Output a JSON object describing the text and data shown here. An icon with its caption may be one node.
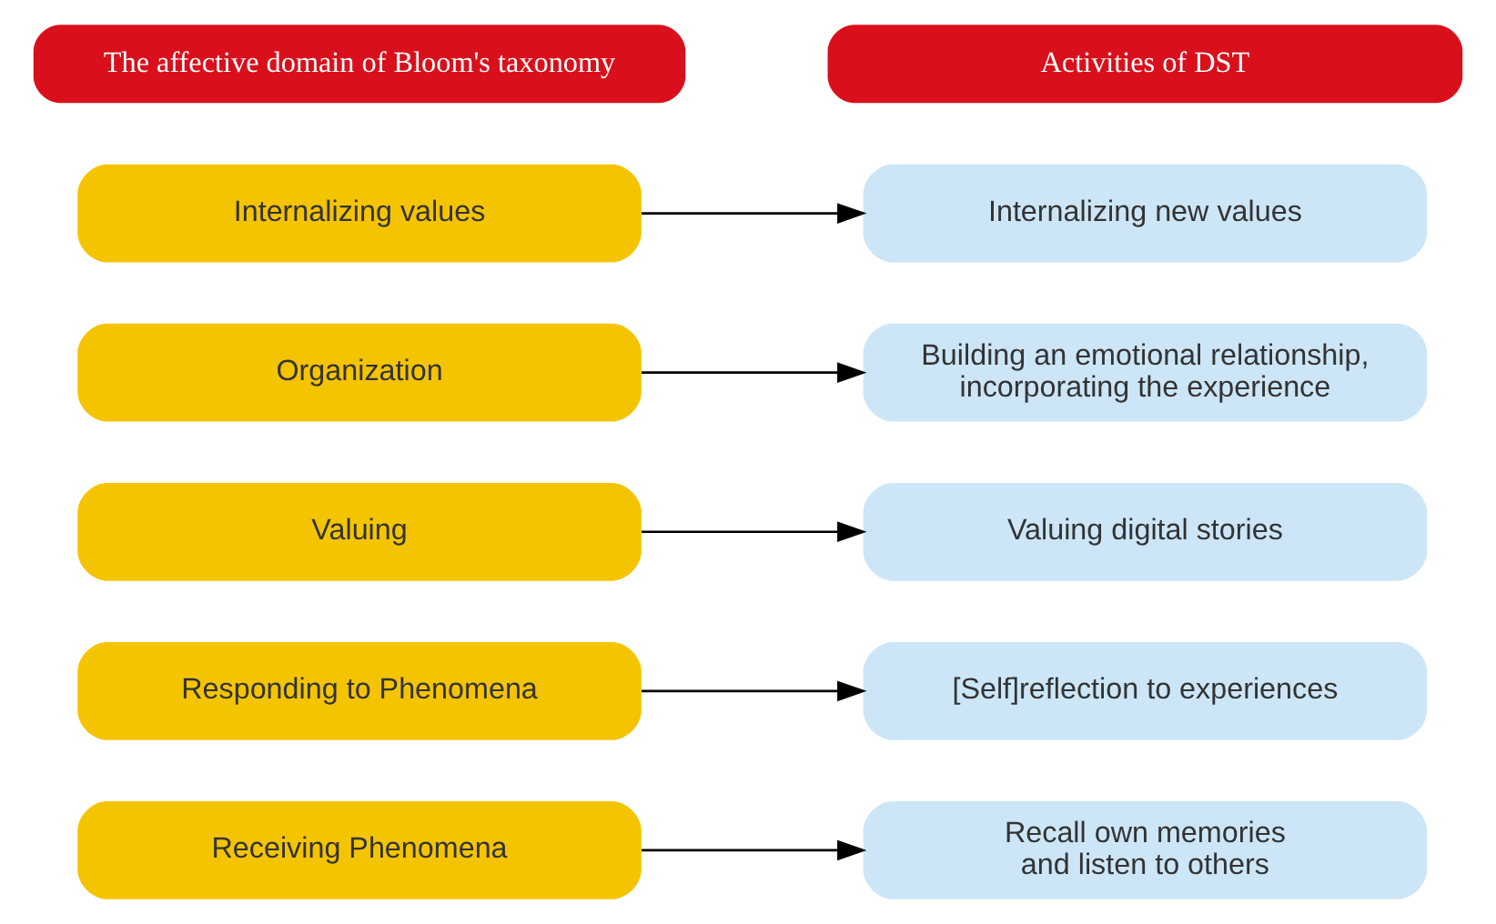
{
  "diagram": {
    "nodes": [
      {
        "text": [
          "The affective domain of Bloom's taxonomy"
        ]
      },
      {
        "text": [
          "Activities of DST"
        ]
      },
      {
        "text": [
          "Internalizing values"
        ]
      },
      {
        "text": [
          "Organization"
        ]
      },
      {
        "text": [
          "Valuing"
        ]
      },
      {
        "text": [
          "Responding to Phenomena"
        ]
      },
      {
        "text": [
          "Receiving Phenomena"
        ]
      },
      {
        "text": [
          "Internalizing new values"
        ]
      },
      {
        "text": [
          "Building an emotional relationship, incorporating the experience"
        ]
      },
      {
        "text": [
          "Valuing digital stories"
        ]
      },
      {
        "text": [
          "[Self]reflection to experiences"
        ]
      },
      {
        "text": [
          "Recall own memories and listen to others"
        ]
      }
    ],
    "edges": [
      {
        "from": 2,
        "to": 7,
        "arrow": "to"
      },
      {
        "from": 3,
        "to": 8,
        "arrow": "to"
      },
      {
        "from": 4,
        "to": 9,
        "arrow": "to"
      },
      {
        "from": 5,
        "to": 10,
        "arrow": "to"
      },
      {
        "from": 6,
        "to": 11,
        "arrow": "to"
      }
    ]
  }
}
